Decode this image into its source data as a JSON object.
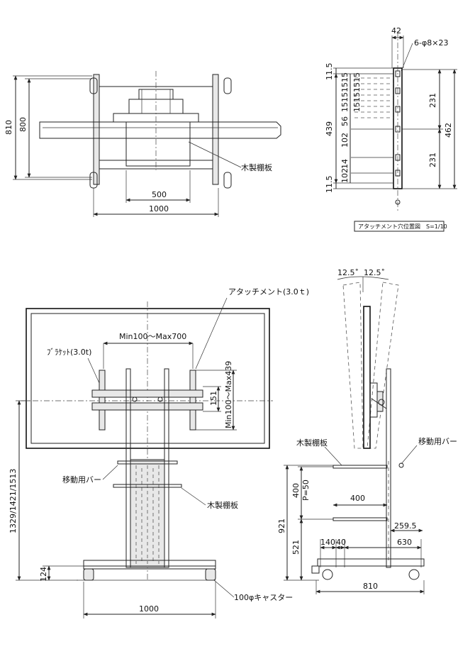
{
  "top_view": {
    "dim_810": "810",
    "dim_800": "800",
    "dim_500": "500",
    "dim_1000": "1000",
    "label_shelf": "木製棚板"
  },
  "attachment_diagram": {
    "dim_42": "42",
    "hole_spec": "6-φ8×23",
    "dim_11_5_top": "11.5",
    "dim_439": "439",
    "dim_11_5_bottom": "11.5",
    "dim_15_series": "15151515",
    "dim_15_series_b": "15151515",
    "dim_56": "56",
    "dim_102_top": "102",
    "dim_14": "14",
    "dim_102_bottom": "102",
    "dim_231_top": "231",
    "dim_231_bottom": "231",
    "dim_462": "462",
    "caption": "アタッチメント穴位置図　S=1/10"
  },
  "front_view": {
    "label_attachment": "アタッチメント(3.0ｔ)",
    "label_bracket": "ﾌﾞﾗｹｯﾄ(3.0t)",
    "dim_width_range": "Min100～Max700",
    "dim_height_range": "Min100～Max439",
    "dim_151": "151",
    "dim_total_height": "1329/1421/1513",
    "label_move_bar": "移動用バー",
    "label_shelf": "木製棚板",
    "dim_124": "124",
    "dim_1000": "1000",
    "label_caster": "100φキャスター"
  },
  "side_view": {
    "angle_left": "12.5˚",
    "angle_right": "12.5˚",
    "label_shelf": "木製棚板",
    "label_move_bar": "移動用バー",
    "dim_400_vertical": "400",
    "dim_pitch": "P=50",
    "dim_400_horizontal": "400",
    "dim_921": "921",
    "dim_521": "521",
    "dim_259_5": "259.5",
    "dim_140": "140",
    "dim_40": "40",
    "dim_630": "630",
    "dim_810": "810"
  }
}
